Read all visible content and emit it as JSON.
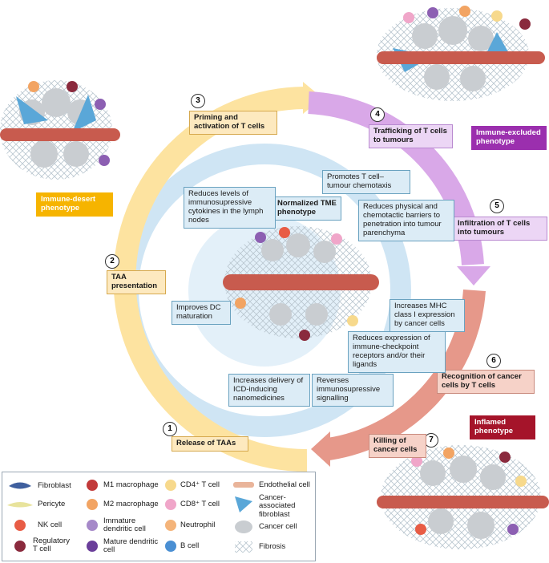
{
  "steps": {
    "s1": {
      "num": "1",
      "label": "Release of TAAs"
    },
    "s2": {
      "num": "2",
      "label": "TAA presentation"
    },
    "s3": {
      "num": "3",
      "label": "Priming and activation of T cells"
    },
    "s4": {
      "num": "4",
      "label": "Trafficking of T cells to tumours"
    },
    "s5": {
      "num": "5",
      "label": "Infiltration of T cells into tumours"
    },
    "s6": {
      "num": "6",
      "label": "Recognition of cancer cells by T cells"
    },
    "s7": {
      "num": "7",
      "label": "Killing of cancer cells"
    }
  },
  "phenotypes": {
    "desert": "Immune-desert phenotype",
    "excluded": "Immune-excluded phenotype",
    "inflamed": "Inflamed phenotype",
    "normalized": "Normalized TME phenotype"
  },
  "effects": {
    "e1": "Promotes T cell–tumour chemotaxis",
    "e2": "Reduces levels of immunosupressive cytokines in the lymph nodes",
    "e3": "Reduces physical and chemotactic barriers to penetration into tumour parenchyma",
    "e4": "Improves DC maturation",
    "e5": "Increases MHC class I expression by cancer cells",
    "e6": "Reduces expression of immune-checkpoint receptors and/or their ligands",
    "e7": "Increases delivery of ICD-inducing nanomedicines",
    "e8": "Reverses immunosupressive signalling"
  },
  "legend": {
    "fibroblast": "Fibroblast",
    "pericyte": "Pericyte",
    "nk": "NK cell",
    "treg": "Regulatory T cell",
    "m1": "M1 macrophage",
    "m2": "M2 macrophage",
    "idc": "Immature dendritic cell",
    "mdc": "Mature dendritic cell",
    "cd4": "CD4⁺ T cell",
    "cd8": "CD8⁺ T cell",
    "neutrophil": "Neutrophil",
    "bcell": "B cell",
    "endothelial": "Endothelial cell",
    "caf": "Cancer-associated fibroblast",
    "cancer": "Cancer cell",
    "fibrosis": "Fibrosis"
  },
  "colors": {
    "yellow_arrow": "#fde3a0",
    "purple_arrow": "#d9a8e8",
    "red_arrow": "#e6988a",
    "blue_ring": "#c9e2f3",
    "desert": "#f6b400",
    "excluded": "#9b2fae",
    "inflamed": "#a5142a"
  }
}
